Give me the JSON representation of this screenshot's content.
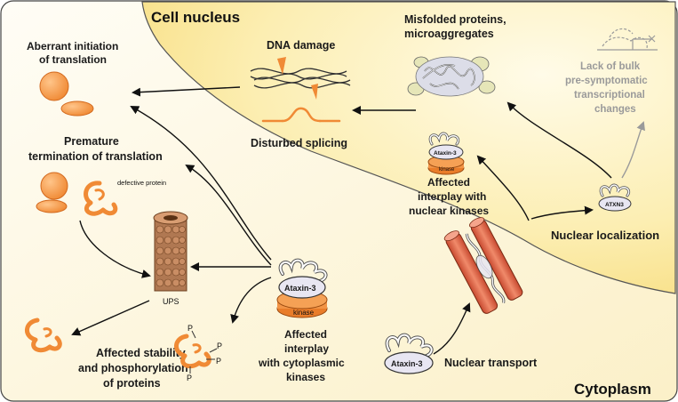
{
  "regions": {
    "nucleus": "Cell nucleus",
    "cytoplasm": "Cytoplasm"
  },
  "labels": {
    "aberrant": [
      "Aberrant initiation",
      "of translation"
    ],
    "premature": [
      "Premature",
      "termination of translation"
    ],
    "defective": "defective protein",
    "ups": "UPS",
    "stability": [
      "Affected stability",
      "and phosphorylation",
      "of proteins"
    ],
    "cyto_kinases": [
      "Affected",
      "interplay",
      "with cytoplasmic",
      "kinases"
    ],
    "dna_damage": "DNA damage",
    "splicing": "Disturbed splicing",
    "misfolded": [
      "Misfolded proteins,",
      "microaggregates"
    ],
    "nuclear_kinases": [
      "Affected",
      "interplay with",
      "nuclear kinases"
    ],
    "nuclear_localization": "Nuclear localization",
    "nuclear_transport": "Nuclear transport",
    "lack": [
      "Lack of bulk",
      "pre-symptomatic",
      "transcriptional",
      "changes"
    ],
    "ataxin_big": "Ataxin-3",
    "kinase": "kinase",
    "ataxin_small": "Ataxin-3",
    "kinase_small": "kinase",
    "atxn3": "ATXN3",
    "ataxin_transport": "Ataxin-3",
    "phospho": "P"
  },
  "colors": {
    "nucleus_fill": "#fbe9a6",
    "cytoplasm_fill": "#fdf8e6",
    "orange": "#f39a4b",
    "orange_dark": "#d2691e",
    "pore": "#e8684a",
    "ups_brown": "#a56a44"
  }
}
